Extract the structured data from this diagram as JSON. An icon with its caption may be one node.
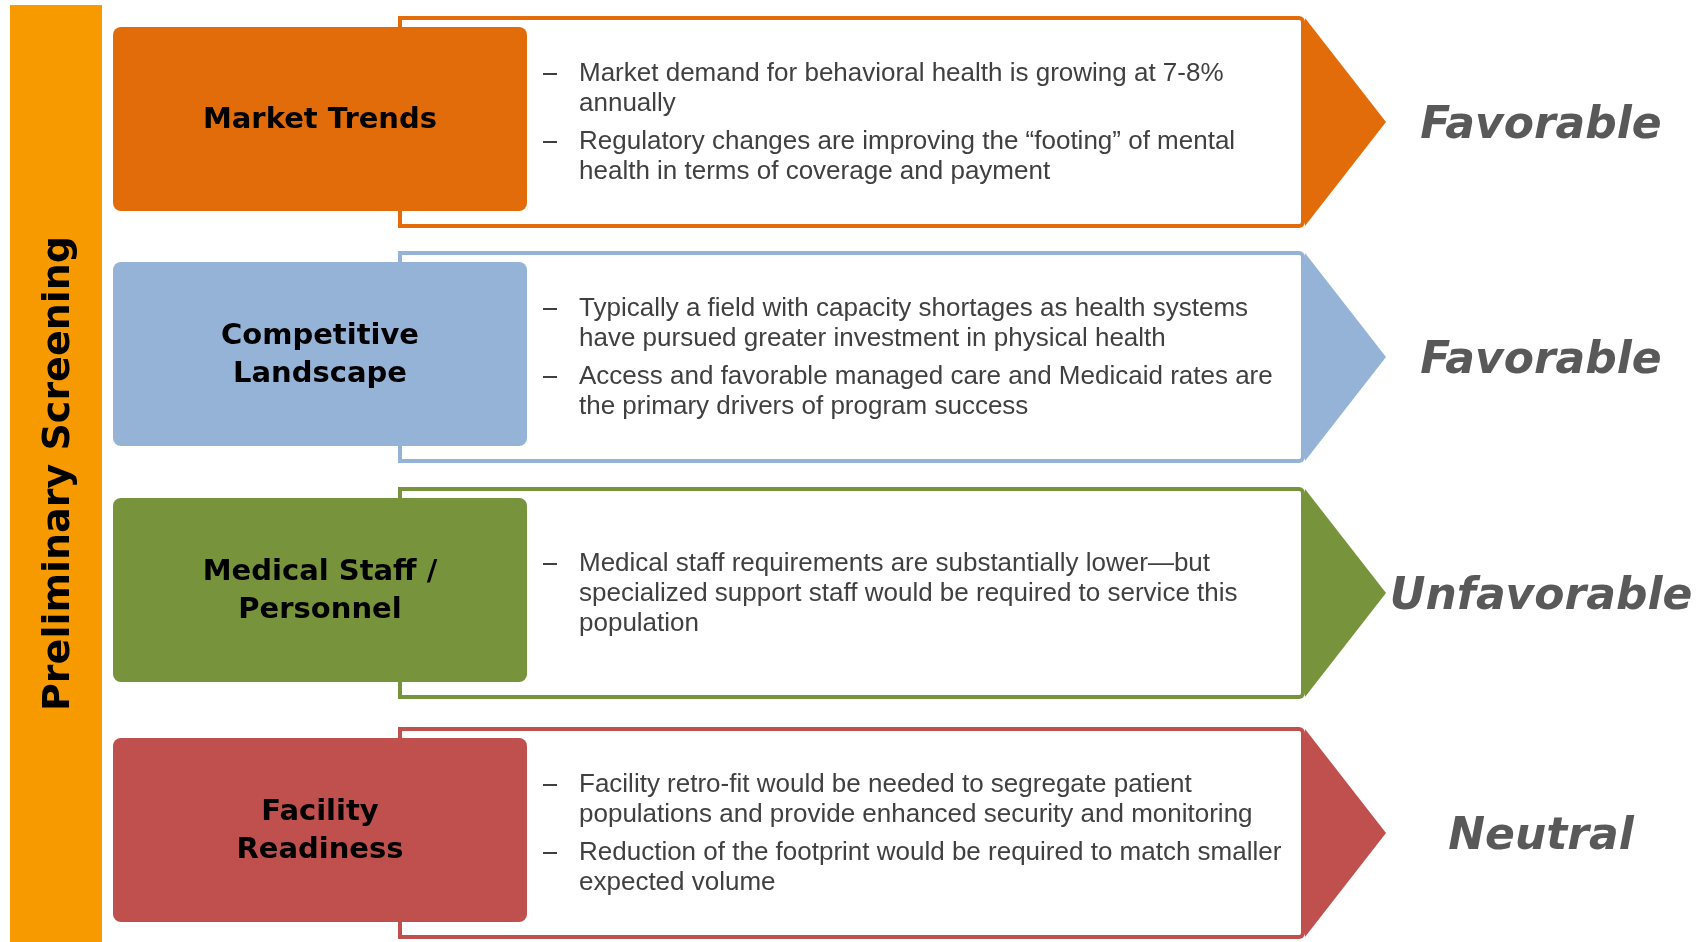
{
  "diagram": {
    "nodes": [
      {
        "text": [
          "Preliminary Screening"
        ]
      },
      {
        "text": [
          "Market Trends"
        ]
      },
      {
        "text": [
          "Market demand for behavioral health is growing at 7-8% annually",
          "Regulatory changes are improving the “footing” of mental health in terms of coverage and payment"
        ]
      },
      {
        "text": [
          "Favorable"
        ]
      },
      {
        "text": [
          "Competitive Landscape"
        ]
      },
      {
        "text": [
          "Typically a field with capacity shortages as health systems have pursued greater investment in physical health",
          "Access and favorable managed care and Medicaid rates are the primary drivers of program success"
        ]
      },
      {
        "text": [
          "Favorable"
        ]
      },
      {
        "text": [
          "Medical Staff / Personnel"
        ]
      },
      {
        "text": [
          "Medical staff requirements are substantially lower—but specialized support staff would be required to service this population"
        ]
      },
      {
        "text": [
          "Unfavorable"
        ]
      },
      {
        "text": [
          "Facility Readiness"
        ]
      },
      {
        "text": [
          "Facility retro-fit would be needed to segregate patient populations and provide enhanced security and monitoring",
          "Reduction of the footprint would be required to match smaller expected volume"
        ]
      },
      {
        "text": [
          "Neutral"
        ]
      }
    ],
    "edges": [
      {
        "from": 2,
        "to": 3,
        "arrow": "to",
        "color": "#e36c0a"
      },
      {
        "from": 5,
        "to": 6,
        "arrow": "to",
        "color": "#95b3d7"
      },
      {
        "from": 8,
        "to": 9,
        "arrow": "to",
        "color": "#77933c"
      },
      {
        "from": 11,
        "to": 12,
        "arrow": "to",
        "color": "#c0504d"
      }
    ]
  }
}
